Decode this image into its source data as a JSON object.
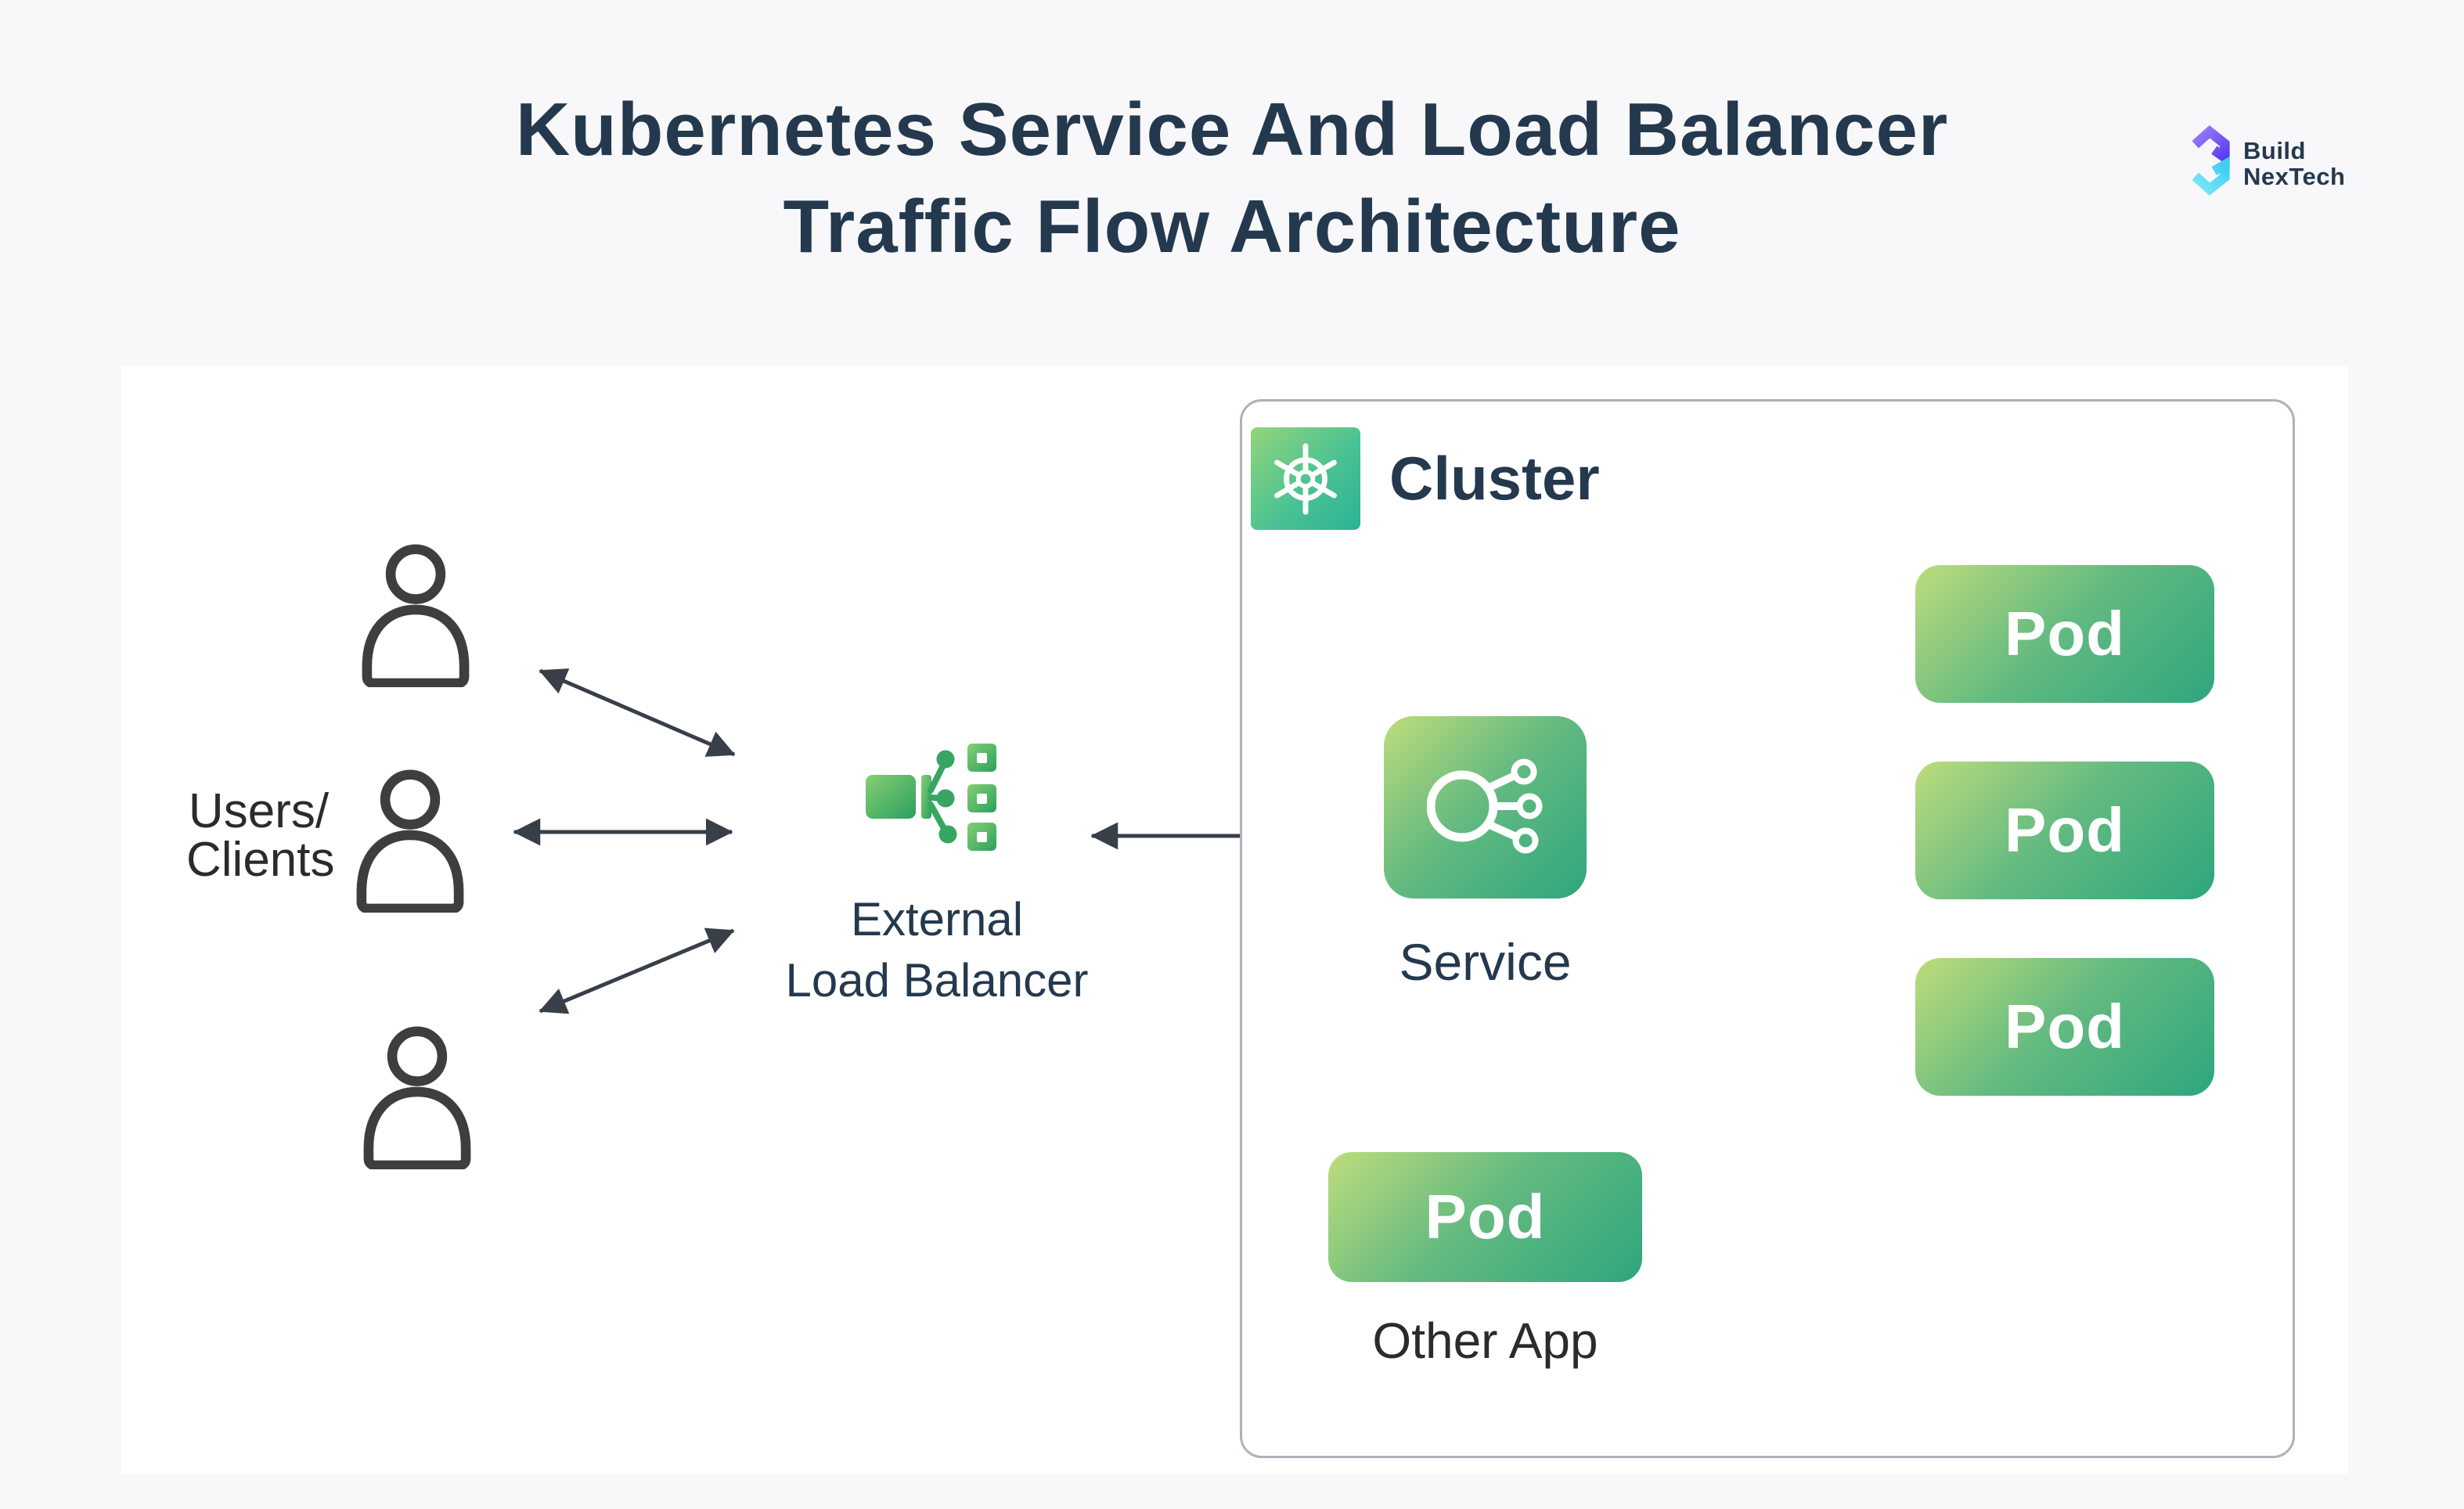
{
  "title": {
    "line1": "Kubernetes Service And Load Balancer",
    "line2": "Traffic Flow Architecture"
  },
  "brand": {
    "name_line1": "Build",
    "name_line2": "NexTech"
  },
  "diagram": {
    "users": {
      "label_line1": "Users/",
      "label_line2": "Clients"
    },
    "load_balancer": {
      "label_line1": "External",
      "label_line2": "Load Balancer"
    },
    "cluster": {
      "label": "Cluster"
    },
    "service": {
      "label": "Service"
    },
    "pods": [
      {
        "label": "Pod"
      },
      {
        "label": "Pod"
      },
      {
        "label": "Pod"
      }
    ],
    "other_app": {
      "pod_label": "Pod",
      "label": "Other App"
    }
  },
  "colors": {
    "title-slate": "#24394E",
    "label-dark": "#2B2B2B",
    "arrow": "#383F49",
    "green-light": "#BEDC7C",
    "green-dark": "#2EA67D",
    "k8s-light": "#92D67C",
    "k8s-teal": "#2BB295",
    "lb-green": "#38A563",
    "bg": "#F8F8FB",
    "panel": "#FFFFFF",
    "cluster-border": "#AEB0BC",
    "brand-indigo": "#3B28CF",
    "brand-purple": "#7A5AF5",
    "brand-cyan": "#4ED4F2"
  }
}
